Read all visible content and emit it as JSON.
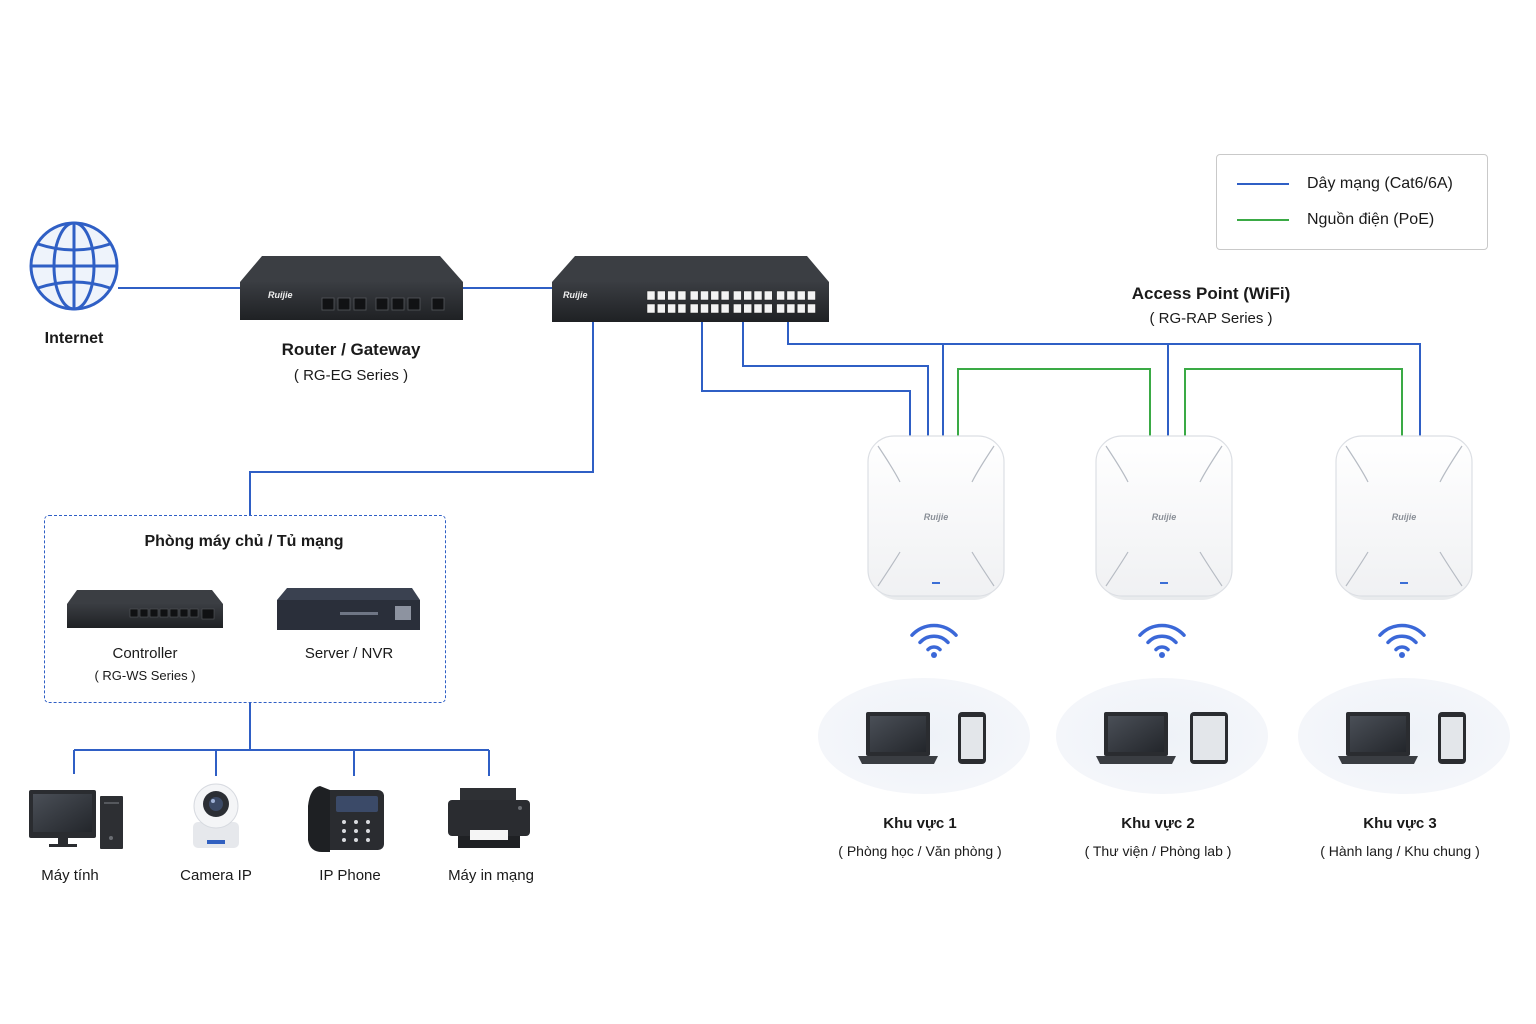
{
  "legend": {
    "network_cable": {
      "label": "Dây mạng (Cat6/6A)",
      "color": "#2f5fc5"
    },
    "poe": {
      "label": "Nguồn điện (PoE)",
      "color": "#3aaa45"
    }
  },
  "internet": {
    "label": "Internet",
    "icon": "globe-icon"
  },
  "router": {
    "title": "Router / Gateway",
    "series": "( RG-EG Series )",
    "brand": "Ruijie"
  },
  "switch": {
    "brand": "Ruijie"
  },
  "access_points": {
    "title": "Access Point (WiFi)",
    "series": "( RG-RAP Series )",
    "brand": "Ruijie",
    "zones": [
      {
        "name": "Khu vực 1",
        "desc": "( Phòng học / Văn phòng )",
        "mobile": "phone"
      },
      {
        "name": "Khu vực 2",
        "desc": "( Thư viện / Phòng lab )",
        "mobile": "tablet"
      },
      {
        "name": "Khu vực 3",
        "desc": "( Hành lang / Khu chung )",
        "mobile": "phone"
      }
    ]
  },
  "server_room": {
    "title": "Phòng máy chủ / Tủ mạng",
    "controller": {
      "title": "Controller",
      "series": "( RG-WS Series )"
    },
    "server": {
      "title": "Server / NVR"
    }
  },
  "endpoints": [
    {
      "label": "Máy tính",
      "icon": "desktop-computer-icon"
    },
    {
      "label": "Camera IP",
      "icon": "ip-camera-icon"
    },
    {
      "label": "IP Phone",
      "icon": "ip-phone-icon"
    },
    {
      "label": "Máy in mạng",
      "icon": "network-printer-icon"
    }
  ],
  "colors": {
    "cable": "#2f5fc5",
    "poe": "#3aaa45",
    "device": "#2b2d30"
  }
}
